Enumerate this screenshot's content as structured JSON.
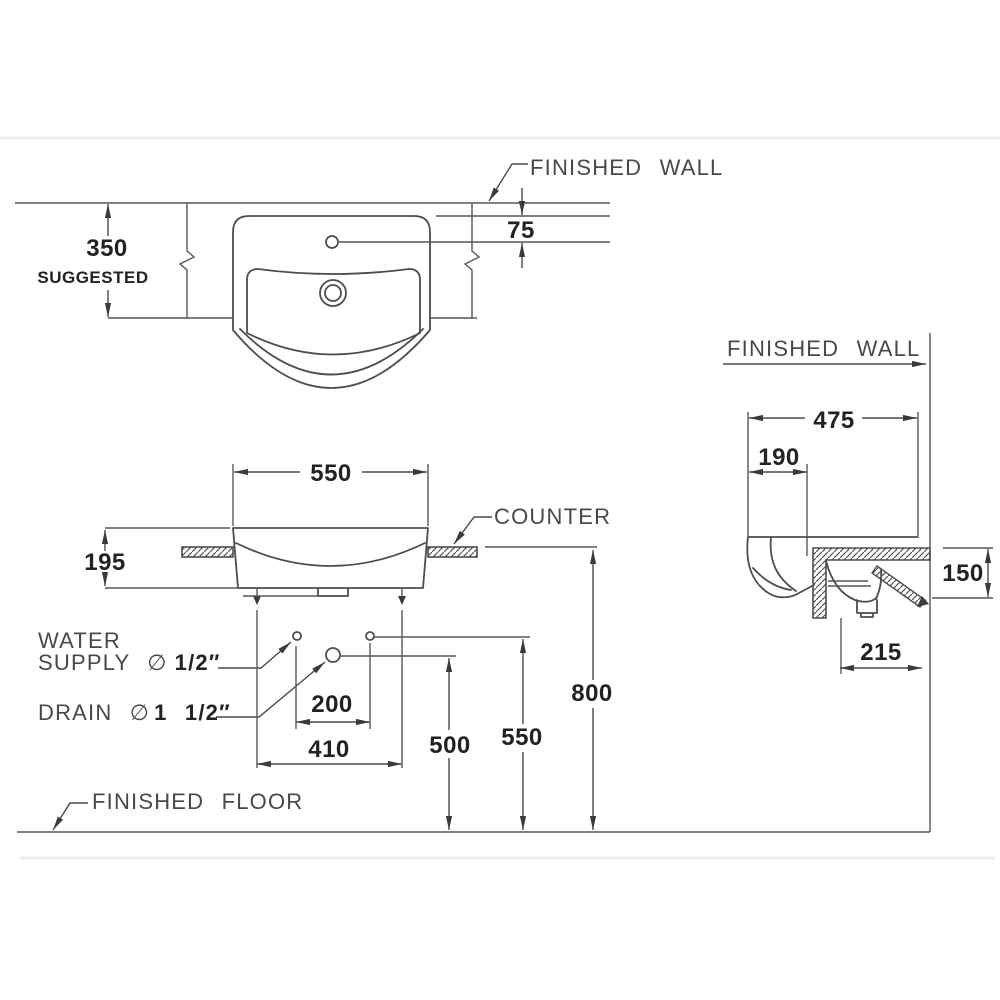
{
  "labels": {
    "finished_wall_top": "FINISHED WALL",
    "finished_wall_side": "FINISHED WALL",
    "counter": "COUNTER",
    "finished_floor": "FINISHED FLOOR",
    "water_line1": "WATER",
    "water_line2_regular": "SUPPLY ∅",
    "water_line2_bold": "1/2″",
    "drain_regular": "DRAIN ∅",
    "drain_bold": "1 1/2″"
  },
  "dims": {
    "suggested_offset": "350",
    "suggested_note": "SUGGESTED",
    "faucet_offset": "75",
    "basin_width": "550",
    "basin_depth": "195",
    "supply_spacing": "200",
    "bolt_spacing": "410",
    "drain_height": "500",
    "supply_height": "550",
    "rim_height": "800",
    "overall_depth": "475",
    "overhang": "190",
    "outlet_drop": "150",
    "outlet_offset": "215"
  }
}
